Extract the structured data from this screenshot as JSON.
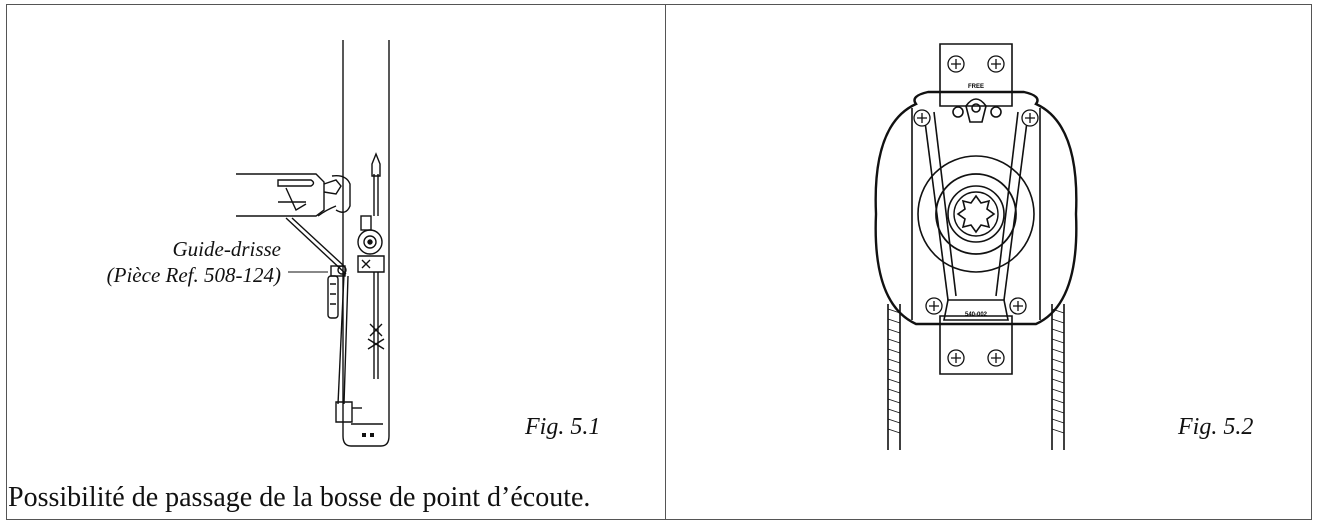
{
  "figure_left": {
    "callout_line1": "Guide-drisse",
    "callout_line2": "(Pièce Ref. 508-124)",
    "fig_label": "Fig. 5.1",
    "caption": "Possibilité de passage de la bosse de point d’écoute."
  },
  "figure_right": {
    "fig_label": "Fig. 5.2",
    "plate_text_top": "FREE",
    "plate_text_bottom": "540-002"
  }
}
